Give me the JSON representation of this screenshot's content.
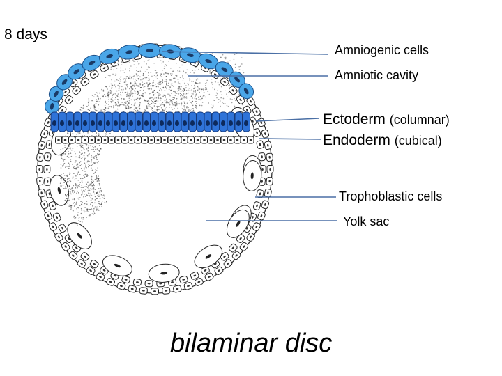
{
  "day_label": "8 days",
  "labels": {
    "amniogenic": "Amniogenic cells",
    "amniotic_cavity": "Amniotic cavity",
    "ectoderm": "Ectoderm",
    "ectoderm_note": "(columnar)",
    "endoderm": "Endoderm",
    "endoderm_note": "(cubical)",
    "trophoblastic": "Trophoblastic cells",
    "yolk_sac": "Yolk sac"
  },
  "caption": "bilaminar disc",
  "colors": {
    "amnion_fill": "#4aa6e8",
    "ectoderm_fill": "#2f73d8",
    "pointer_line": "#4a6fa5",
    "outline": "#222222"
  }
}
